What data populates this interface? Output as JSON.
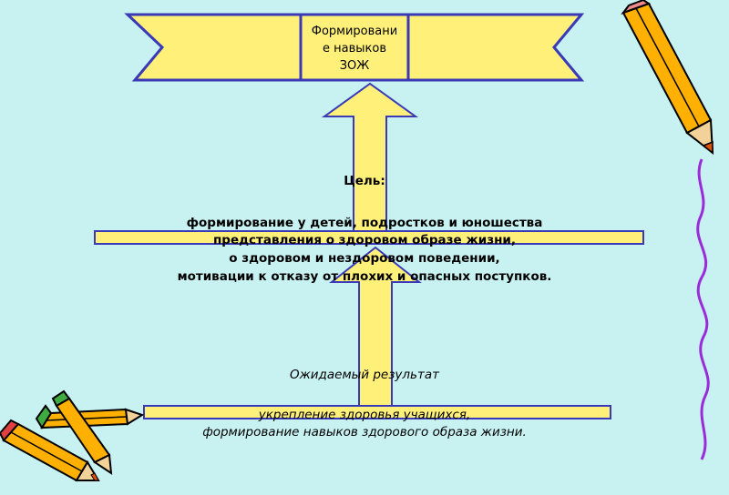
{
  "banner": {
    "lines": [
      "Формировани",
      "е навыков",
      "ЗОЖ"
    ]
  },
  "goal": {
    "heading": "Цель:",
    "lines": [
      "формирование у детей, подростков и юношества",
      "представления о здоровом образе жизни,",
      "о здоровом и нездоровом поведении,",
      "мотивации к отказу от плохих и опасных поступков."
    ]
  },
  "result": {
    "heading": "Ожидаемый результат",
    "lines": [
      "укрепление здоровья учащихся,",
      "формирование навыков здорового образа жизни."
    ]
  },
  "colors": {
    "background": "#c8f2f2",
    "shape_fill": "#fff07a",
    "shape_stroke": "#3a3ab8",
    "pencil_body": "#ffb000",
    "pencil_tip": "#e05000",
    "scribble": "#9a2bd8"
  },
  "icons": [
    "pencil-icon-top-right",
    "pencil-icon-bottom-left",
    "pencil-icon-bottom-left-2"
  ]
}
